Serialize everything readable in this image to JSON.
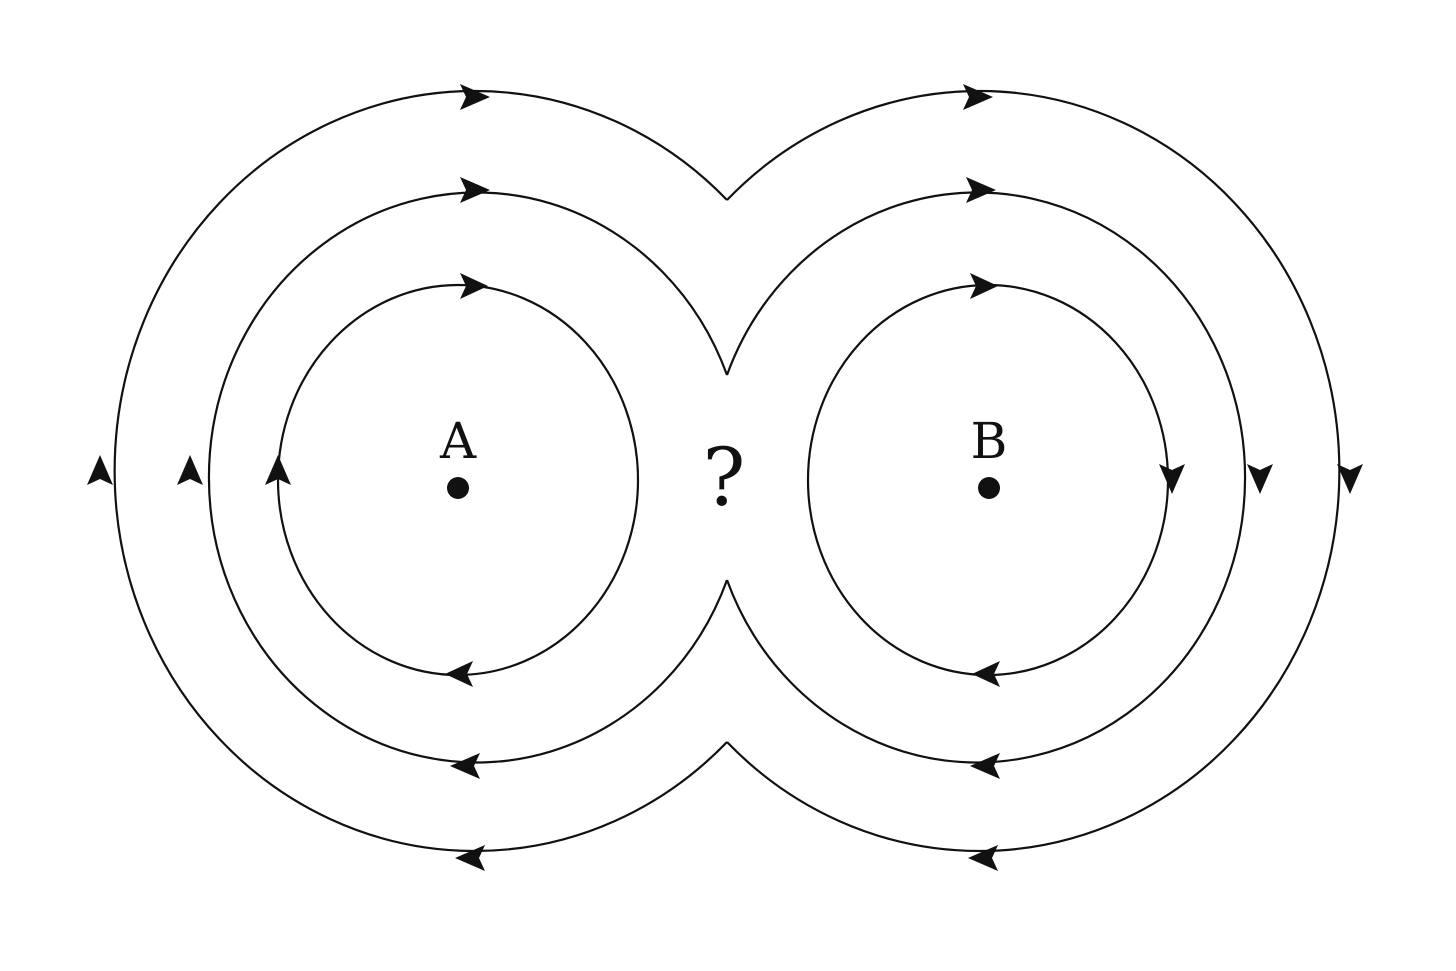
{
  "labels": {
    "point_a": "A",
    "point_b": "B",
    "question": "?"
  },
  "colors": {
    "ink": "#111111",
    "background": "#ffffff"
  },
  "circulation": {
    "A": "clockwise",
    "B": "clockwise"
  }
}
